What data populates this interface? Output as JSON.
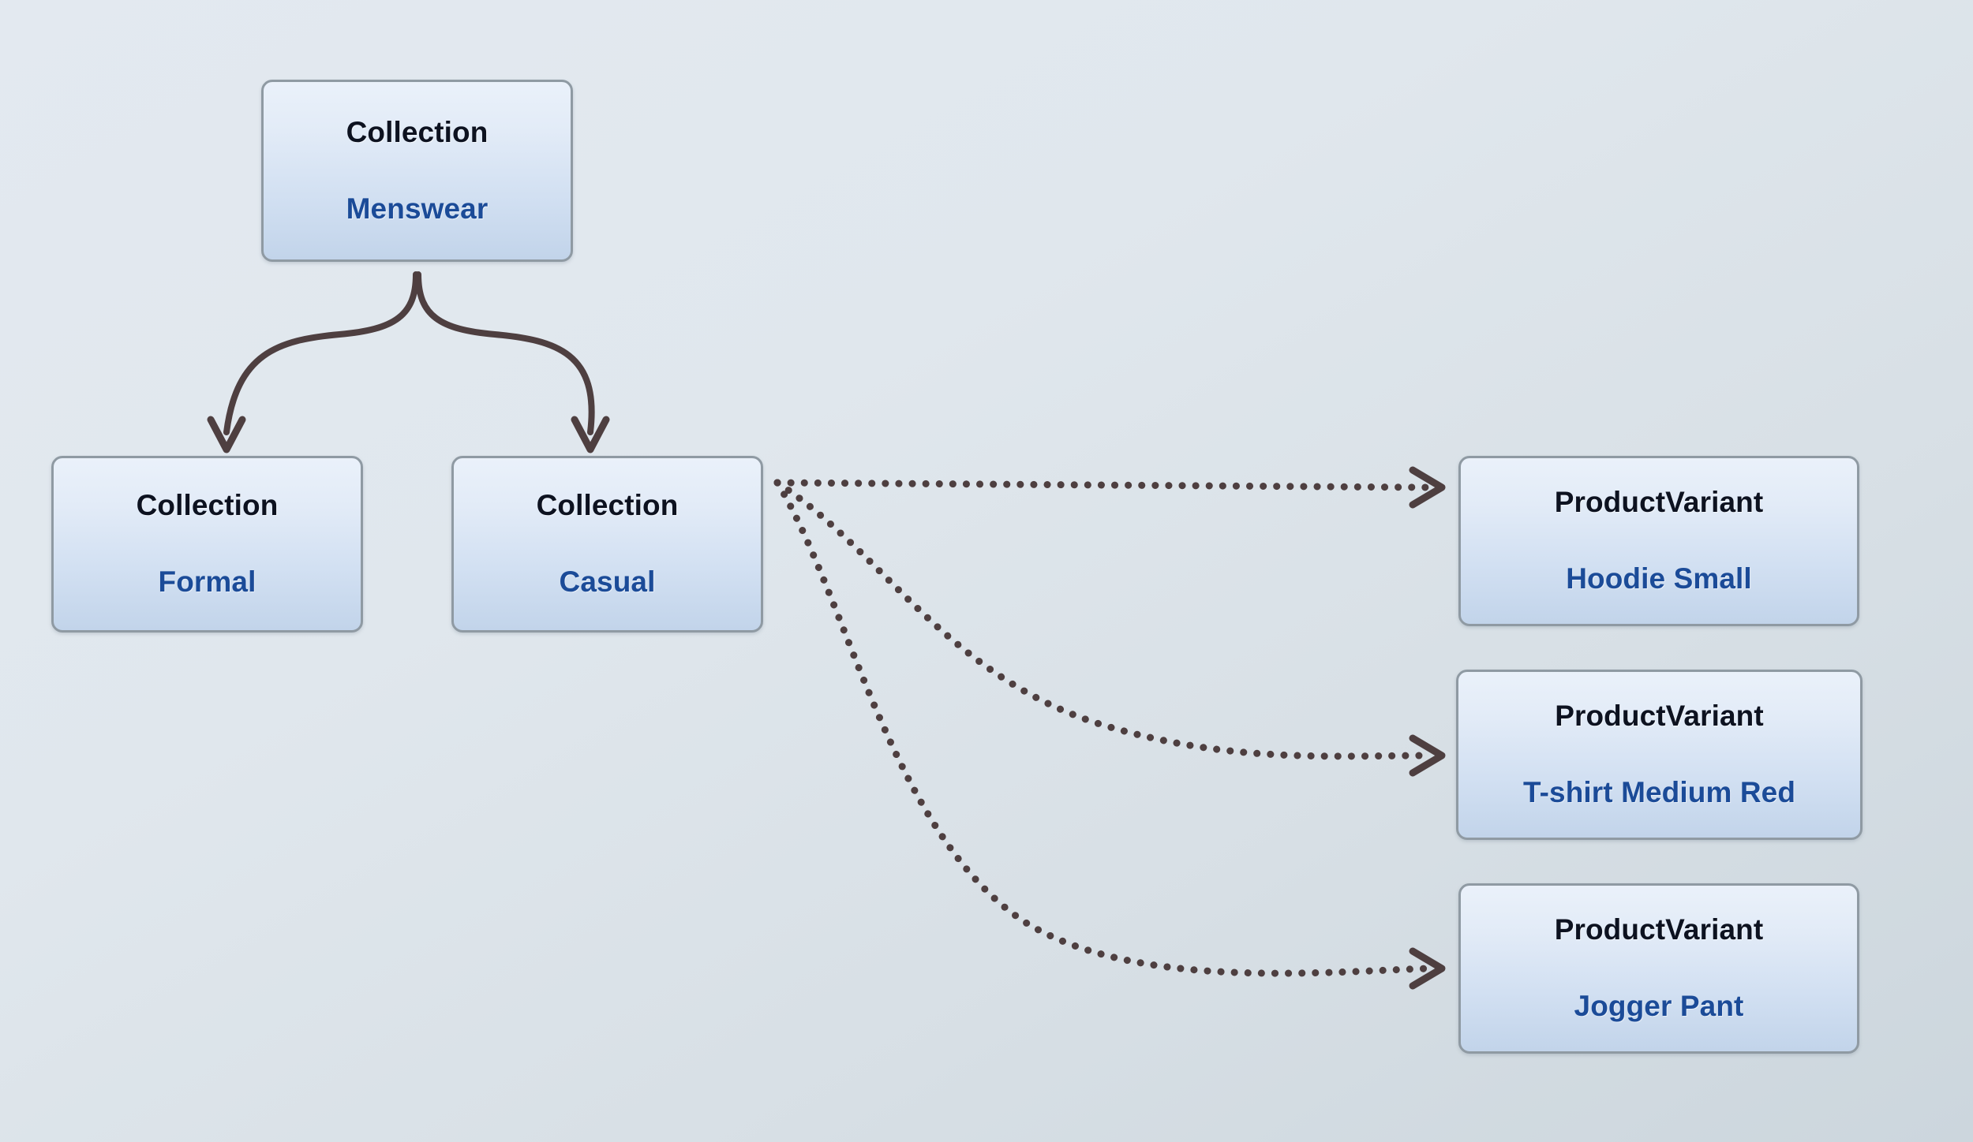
{
  "diagram": {
    "title": "Collection to ProductVariant relationship graph",
    "background_color_top": "#e3e9f0",
    "background_color_bottom": "#ccd6dd",
    "edge_color": "#4e3f40",
    "node_border_color": "#8f9aa3",
    "node_fill_top": "#eaf1fa",
    "node_fill_bottom": "#c2d4ea",
    "type_text_color": "#0d1220",
    "name_text_color": "#1b4b98"
  },
  "nodes": [
    {
      "id": "menswear",
      "type": "Collection",
      "name": "Menswear"
    },
    {
      "id": "formal",
      "type": "Collection",
      "name": "Formal"
    },
    {
      "id": "casual",
      "type": "Collection",
      "name": "Casual"
    },
    {
      "id": "hoodie",
      "type": "ProductVariant",
      "name": "Hoodie Small"
    },
    {
      "id": "tshirt",
      "type": "ProductVariant",
      "name": "T-shirt Medium Red"
    },
    {
      "id": "jogger",
      "type": "ProductVariant",
      "name": "Jogger Pant"
    }
  ],
  "edges": [
    {
      "id": "menswear-formal",
      "from": "menswear",
      "to": "formal",
      "style": "solid",
      "arrow": "chevron"
    },
    {
      "id": "menswear-casual",
      "from": "menswear",
      "to": "casual",
      "style": "solid",
      "arrow": "chevron"
    },
    {
      "id": "casual-hoodie",
      "from": "casual",
      "to": "hoodie",
      "style": "dotted",
      "arrow": "chevron"
    },
    {
      "id": "casual-tshirt",
      "from": "casual",
      "to": "tshirt",
      "style": "dotted",
      "arrow": "chevron"
    },
    {
      "id": "casual-jogger",
      "from": "casual",
      "to": "jogger",
      "style": "dotted",
      "arrow": "chevron"
    }
  ]
}
